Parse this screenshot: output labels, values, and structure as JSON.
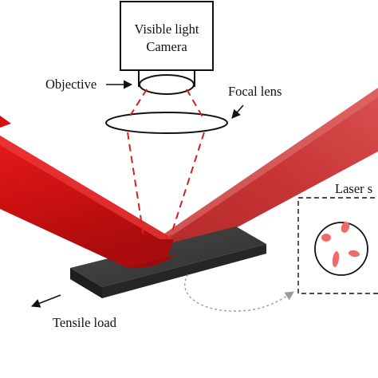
{
  "labels": {
    "camera_line1": "Visible light",
    "camera_line2": "Camera",
    "objective": "Objective",
    "focal_lens": "Focal lens",
    "laser_speckle": "Laser s",
    "tensile_load": "Tensile load"
  },
  "colors": {
    "laser_beam": "#d81010",
    "laser_beam_dark": "#8e0a0a",
    "specimen": "#3a3a3a",
    "speckle_dot": "#f06a6a",
    "dash_line": "#d42020",
    "outline": "#111111"
  },
  "icons": {
    "objective_arrow": "arrow-right-icon",
    "focal_arrow": "arrow-down-left-icon",
    "tensile_arrow": "arrow-left-icon",
    "curved_arrow": "curved-arrow-icon",
    "speckle_circle": "speckle-pattern-icon"
  }
}
